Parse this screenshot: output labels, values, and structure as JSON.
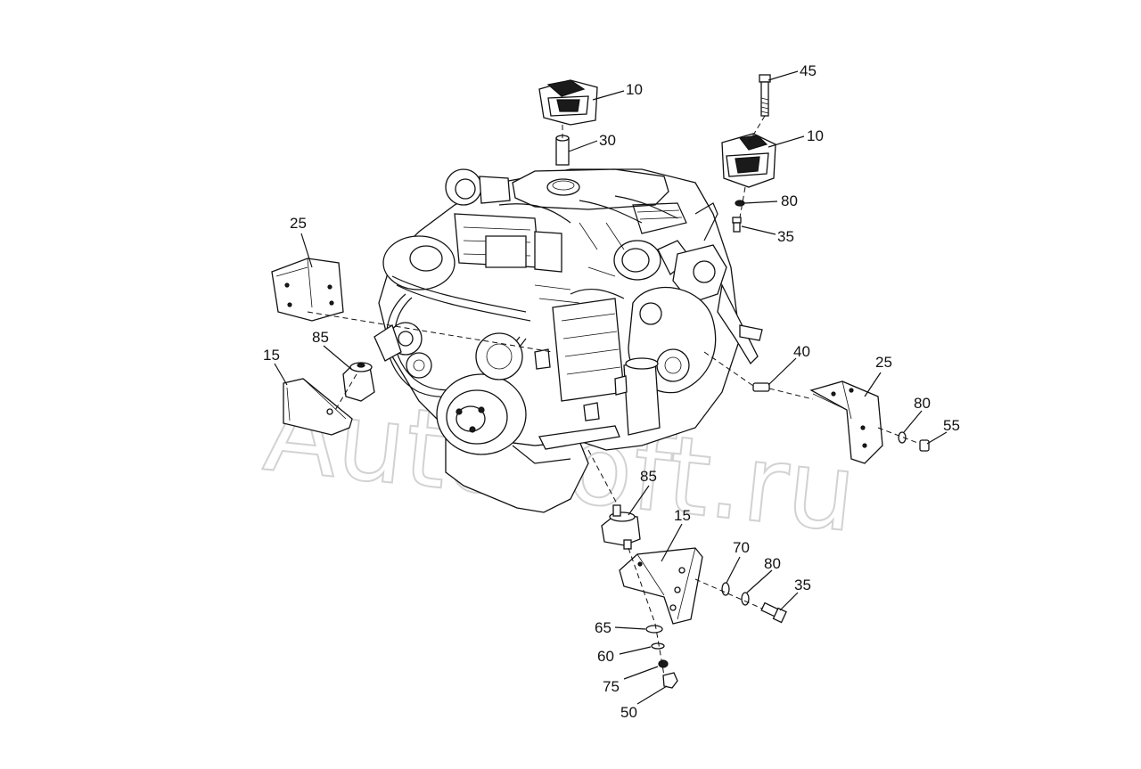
{
  "watermark": "Autosoft.ru",
  "callouts": [
    {
      "id": "c10a",
      "text": "10"
    },
    {
      "id": "c45",
      "text": "45"
    },
    {
      "id": "c30",
      "text": "30"
    },
    {
      "id": "c10b",
      "text": "10"
    },
    {
      "id": "c80a",
      "text": "80"
    },
    {
      "id": "c35a",
      "text": "35"
    },
    {
      "id": "c25a",
      "text": "25"
    },
    {
      "id": "c85a",
      "text": "85"
    },
    {
      "id": "c15a",
      "text": "15"
    },
    {
      "id": "c40",
      "text": "40"
    },
    {
      "id": "c25b",
      "text": "25"
    },
    {
      "id": "c80b",
      "text": "80"
    },
    {
      "id": "c55",
      "text": "55"
    },
    {
      "id": "c85b",
      "text": "85"
    },
    {
      "id": "c15b",
      "text": "15"
    },
    {
      "id": "c70",
      "text": "70"
    },
    {
      "id": "c80c",
      "text": "80"
    },
    {
      "id": "c35b",
      "text": "35"
    },
    {
      "id": "c65",
      "text": "65"
    },
    {
      "id": "c60",
      "text": "60"
    },
    {
      "id": "c75",
      "text": "75"
    },
    {
      "id": "c50",
      "text": "50"
    }
  ]
}
